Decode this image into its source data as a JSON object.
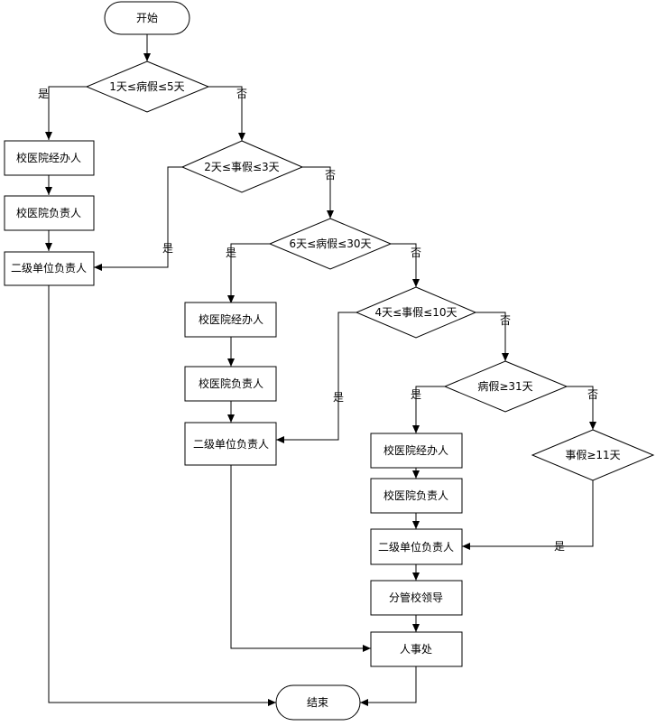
{
  "flowchart": {
    "start": "开始",
    "end": "结束",
    "decisions": {
      "d1": "1天≤病假≤5天",
      "d2": "2天≤事假≤3天",
      "d3": "6天≤病假≤30天",
      "d4": "4天≤事假≤10天",
      "d5": "病假≥31天",
      "d6": "事假≥11天"
    },
    "processes": {
      "p1": "校医院经办人",
      "p2": "校医院负责人",
      "p3": "二级单位负责人",
      "p4": "校医院经办人",
      "p5": "校医院负责人",
      "p6": "二级单位负责人",
      "p7": "校医院经办人",
      "p8": "校医院负责人",
      "p9": "二级单位负责人",
      "p10": "分管校领导",
      "p11": "人事处"
    },
    "labels": {
      "yes": "是",
      "no": "否"
    }
  }
}
